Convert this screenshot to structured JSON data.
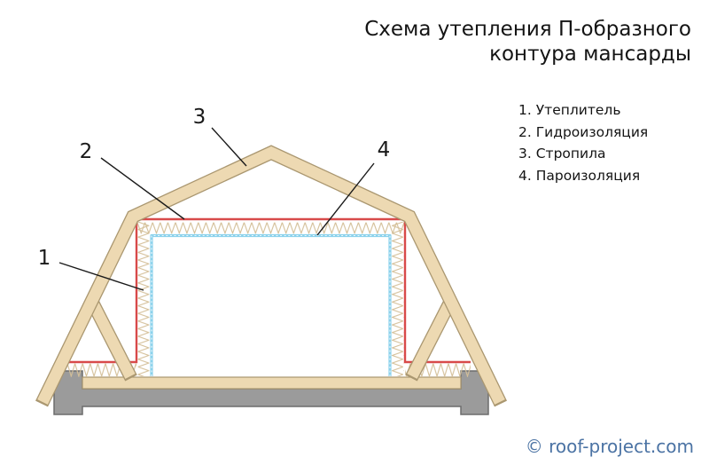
{
  "title": {
    "line1": "Схема утепления П-образного",
    "line2": "контура мансарды"
  },
  "legend": {
    "items": [
      {
        "text": "1. Утеплитель"
      },
      {
        "text": "2. Гидроизоляция"
      },
      {
        "text": "3. Стропила"
      },
      {
        "text": "4. Пароизоляция"
      }
    ]
  },
  "diagram": {
    "callouts": {
      "n1": "1",
      "n2": "2",
      "n3": "3",
      "n4": "4"
    }
  },
  "footer": {
    "copyright": "© roof-project.com"
  },
  "colors": {
    "rafter_fill": "#EDD9B2",
    "rafter_outline": "#AA9770",
    "masonry_fill": "#9B9B9B",
    "masonry_outline": "#6D6D6D",
    "hydro_barrier_red": "#D84A4A",
    "vapor_barrier_blue": "#8BD2EC",
    "insulation_hatch": "#D4BF98",
    "footer_text": "#4B73A4",
    "text": "#141414"
  }
}
